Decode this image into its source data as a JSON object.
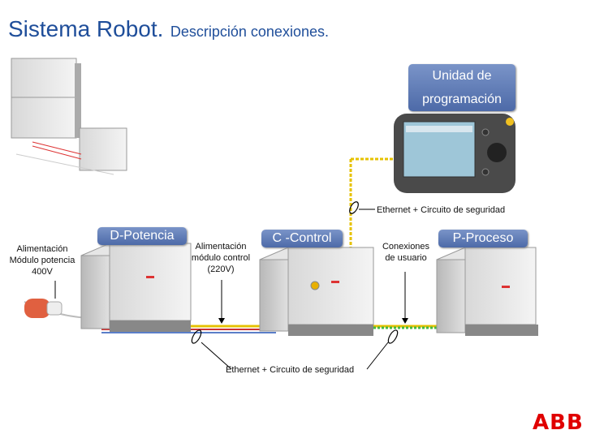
{
  "title": {
    "main": "Sistema Robot.",
    "sub": "Descripción conexiones."
  },
  "boxes": {
    "unidad": "Unidad de programación",
    "potencia": "D-Potencia",
    "control": "C -Control",
    "proceso": "P-Proceso"
  },
  "labels": {
    "ethernet_top": "Ethernet + Circuito de seguridad",
    "ethernet_bottom": "Ethernet + Circuito de seguridad",
    "alim_potencia": [
      "Alimentación",
      "Módulo potencia",
      "400V"
    ],
    "alim_control": [
      "Alimentación",
      "módulo control",
      "(220V)"
    ],
    "conexiones": [
      "Conexiones",
      "de usuario"
    ]
  },
  "logo": "ABB"
}
